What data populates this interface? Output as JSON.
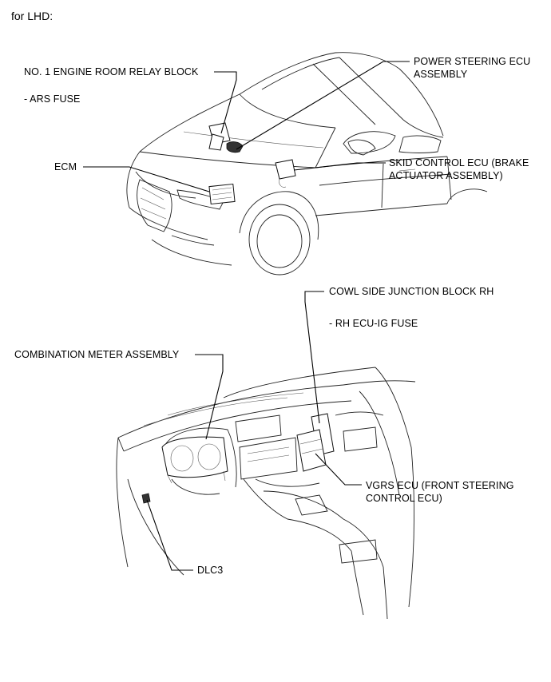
{
  "heading": "for LHD:",
  "labels": {
    "relay_block": "NO. 1 ENGINE ROOM RELAY BLOCK",
    "ars_fuse": "- ARS FUSE",
    "ps_ecu_1": "POWER STEERING ECU",
    "ps_ecu_2": "ASSEMBLY",
    "ecm": "ECM",
    "skid_1": "SKID CONTROL ECU (BRAKE",
    "skid_2": "ACTUATOR ASSEMBLY)",
    "cowl_jb": "COWL SIDE JUNCTION BLOCK RH",
    "rh_ecu_fuse": "- RH ECU-IG FUSE",
    "combo_meter": "COMBINATION METER ASSEMBLY",
    "vgrs_1": "VGRS ECU (FRONT STEERING",
    "vgrs_2": "CONTROL ECU)",
    "dlc3": "DLC3"
  }
}
